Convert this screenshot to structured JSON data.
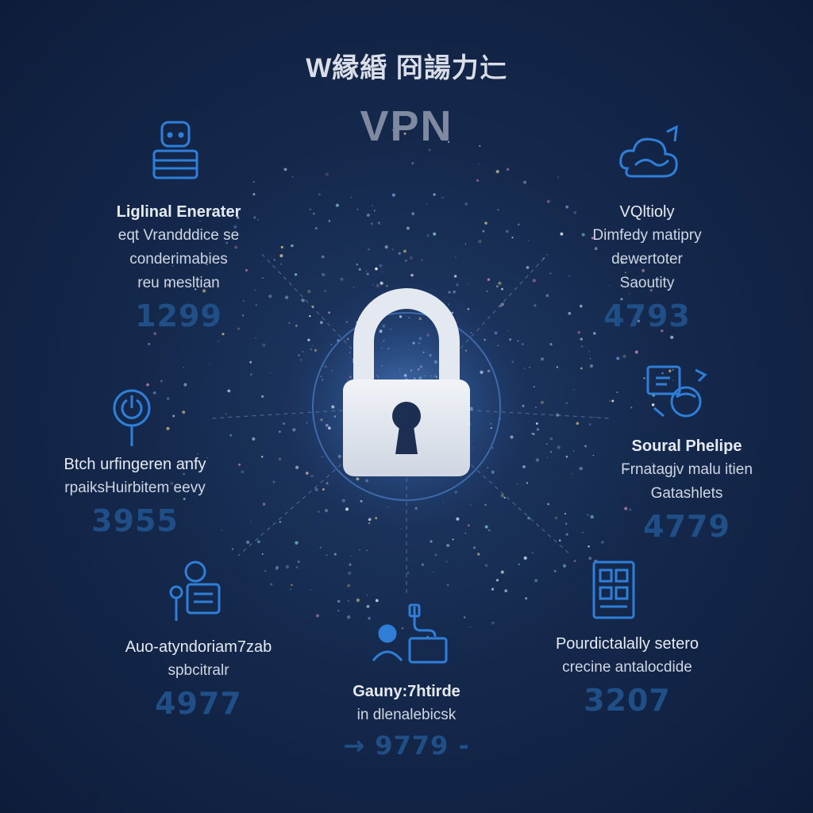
{
  "header": {
    "title_line1": "W縁緍 冏諹力辷",
    "title_line2": "VPN"
  },
  "center": {
    "icon": "padlock-icon"
  },
  "colors": {
    "background": "#15294d",
    "accent": "#2f7fd8",
    "number": "#1f4f86"
  },
  "features": {
    "top_left": {
      "icon": "user-profile-icon",
      "heading": "Liglinal Enerater",
      "lines": [
        "eqt Vrandddice se",
        "conderimabies",
        "reu mesltian"
      ],
      "number": "1299"
    },
    "top_right": {
      "icon": "cloud-shield-icon",
      "heading": "VQltioly",
      "lines": [
        "Dimfedy matipry",
        "dewertoter",
        "Saoutity"
      ],
      "number": "4793"
    },
    "mid_left": {
      "icon": "power-search-icon",
      "heading": "Btch urfingeren anfy",
      "lines": [
        "rpaiksHuirbitem eevy"
      ],
      "number": "3955"
    },
    "mid_right": {
      "icon": "device-sync-icon",
      "heading": "Soural Phelipe",
      "lines": [
        "Frnatagjv malu itien",
        "Gatashlets"
      ],
      "number": "4779"
    },
    "bottom_left": {
      "icon": "user-support-icon",
      "heading": "Auo-atyndoriam7zab",
      "lines": [
        "spbcitralr"
      ],
      "number": "4977"
    },
    "bottom_center": {
      "icon": "remote-user-icon",
      "heading": "Gauny:7htirde",
      "lines": [
        "in dlenalebicsk"
      ],
      "number": "→ 9779 -"
    },
    "bottom_right": {
      "icon": "document-grid-icon",
      "heading": "Pourdictalally setero",
      "lines": [
        "crecine antalocdide"
      ],
      "number": "3207"
    }
  }
}
